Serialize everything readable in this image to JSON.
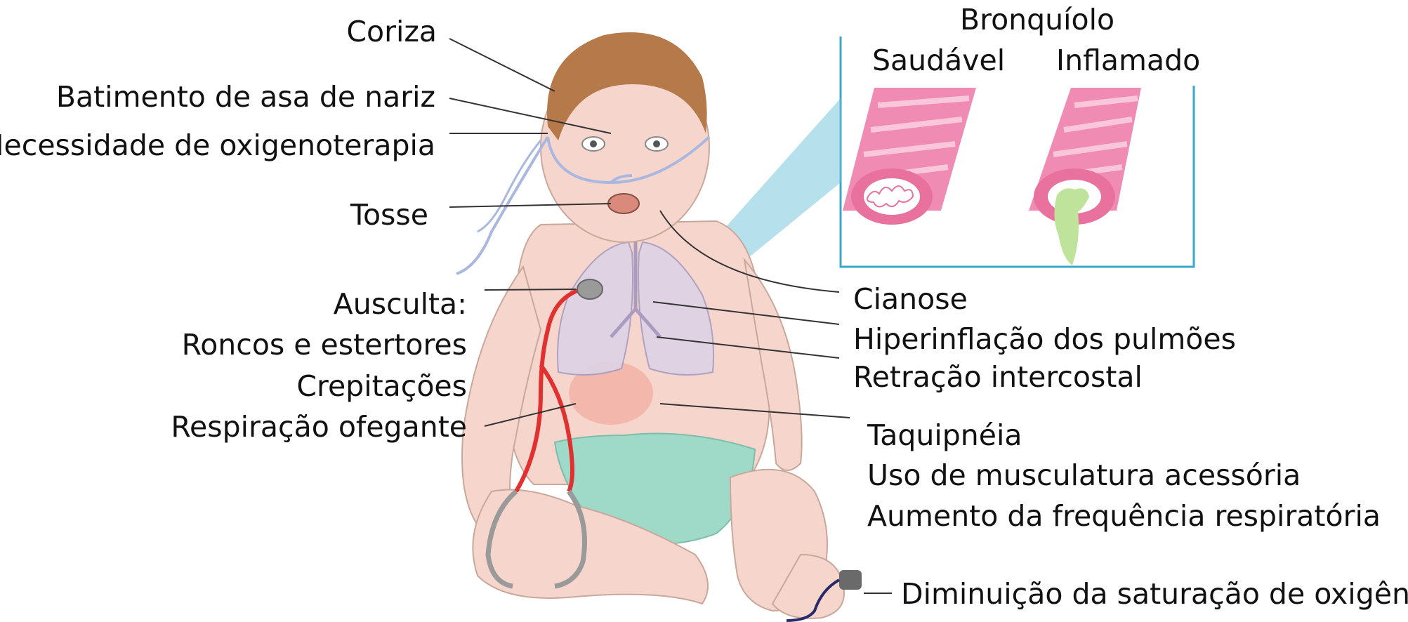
{
  "colors": {
    "skin": "#f6d6cc",
    "skin_shade": "#f0b9a8",
    "hair": "#b5794a",
    "diaper": "#9fd9c8",
    "lung": "#ddd3e6",
    "bronchiole_pink": "#f08cb4",
    "bronchiole_stripe": "#f9c6da",
    "mucus": "#bfe39a",
    "inset_border": "#3aa6c8",
    "stethoscope_red": "#e23030",
    "stethoscope_gray": "#9a9a9a",
    "oxygen_tube": "#aab8e0",
    "callout_line": "#333333"
  },
  "inset": {
    "title": "Bronquíolo",
    "healthy_label": "Saudável",
    "inflamed_label": "Inflamado"
  },
  "left_labels": {
    "coriza": "Coriza",
    "batimento": "Batimento de asa de nariz",
    "oxigenoterapia": "Necessidade de oxigenoterapia",
    "tosse": "Tosse",
    "ausculta": "Ausculta:",
    "roncos": "Roncos e estertores",
    "crepitacoes": "Crepitações",
    "respiracao": "Respiração ofegante"
  },
  "right_labels": {
    "cianose": "Cianose",
    "hiperinflacao": "Hiperinflação dos pulmões",
    "retracao": "Retração intercostal",
    "taquipneia": "Taquipnéia",
    "musculatura": "Uso de musculatura acessória",
    "frequencia": "Aumento da frequência respiratória",
    "saturacao": "Diminuição da saturação de oxigênio"
  }
}
